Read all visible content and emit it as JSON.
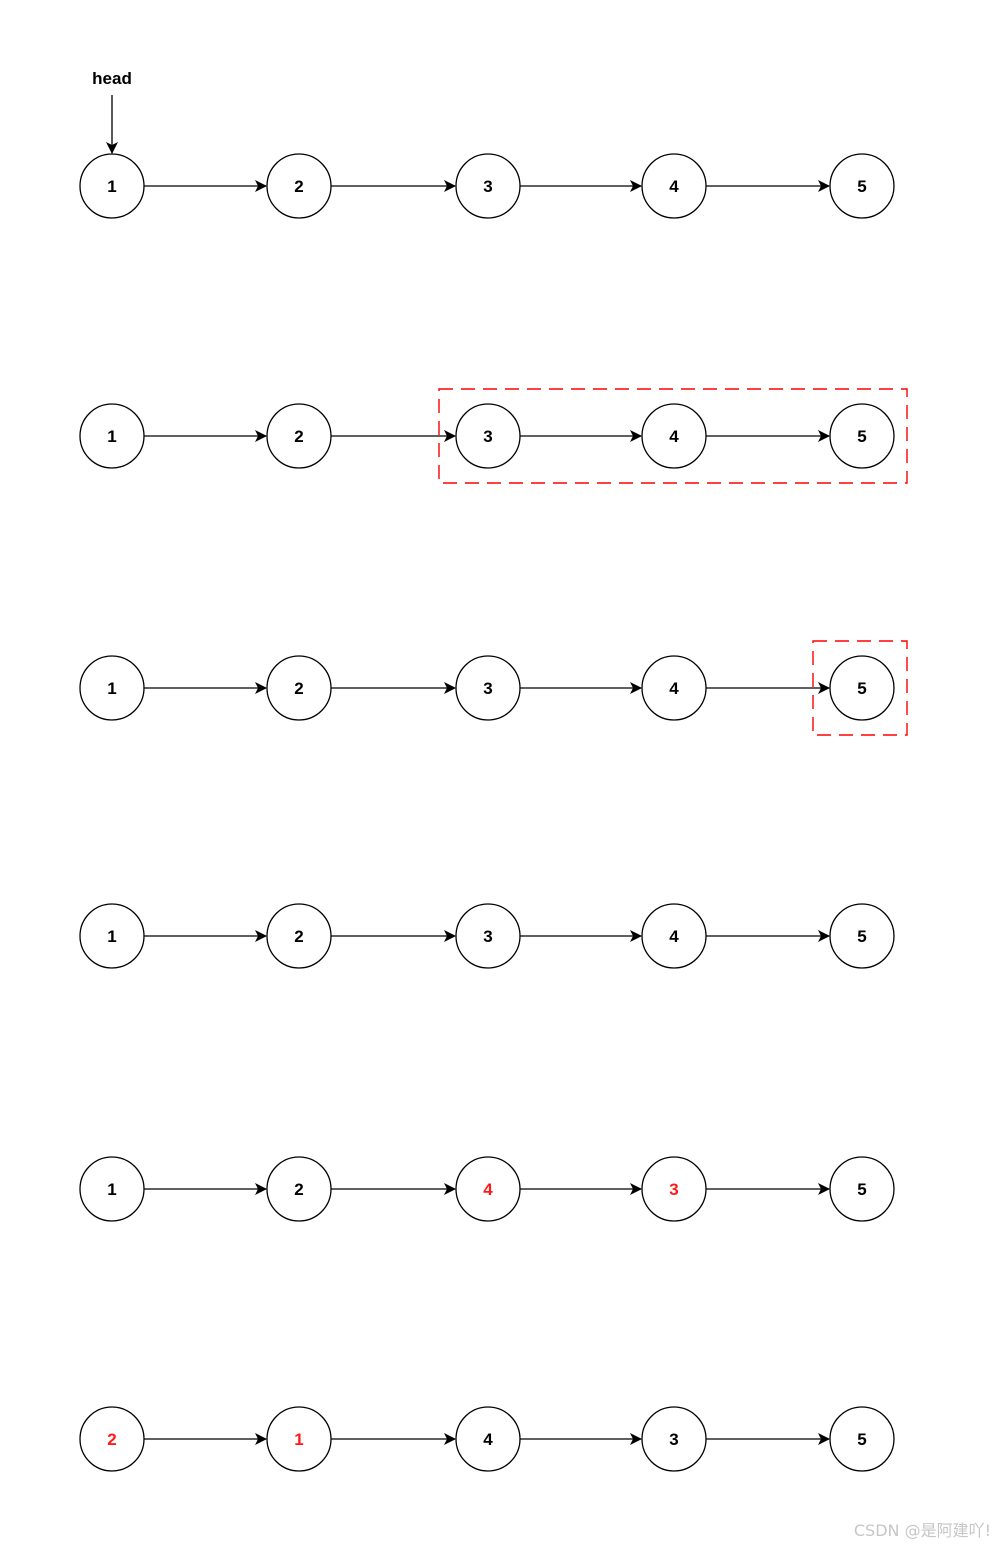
{
  "colors": {
    "default_text": "#000000",
    "highlight_text": "#ff1a1a",
    "highlight_box": "#ff0000",
    "watermark": "#c6c6c6"
  },
  "head_label": "head",
  "rows": [
    {
      "nodes": [
        {
          "label": "1",
          "highlight": false
        },
        {
          "label": "2",
          "highlight": false
        },
        {
          "label": "3",
          "highlight": false
        },
        {
          "label": "4",
          "highlight": false
        },
        {
          "label": "5",
          "highlight": false
        }
      ],
      "boxed_nodes": null,
      "head_pointer": true
    },
    {
      "nodes": [
        {
          "label": "1",
          "highlight": false
        },
        {
          "label": "2",
          "highlight": false
        },
        {
          "label": "3",
          "highlight": false
        },
        {
          "label": "4",
          "highlight": false
        },
        {
          "label": "5",
          "highlight": false
        }
      ],
      "boxed_nodes": [
        3,
        5
      ],
      "head_pointer": false
    },
    {
      "nodes": [
        {
          "label": "1",
          "highlight": false
        },
        {
          "label": "2",
          "highlight": false
        },
        {
          "label": "3",
          "highlight": false
        },
        {
          "label": "4",
          "highlight": false
        },
        {
          "label": "5",
          "highlight": false
        }
      ],
      "boxed_nodes": [
        5,
        5
      ],
      "head_pointer": false
    },
    {
      "nodes": [
        {
          "label": "1",
          "highlight": false
        },
        {
          "label": "2",
          "highlight": false
        },
        {
          "label": "3",
          "highlight": false
        },
        {
          "label": "4",
          "highlight": false
        },
        {
          "label": "5",
          "highlight": false
        }
      ],
      "boxed_nodes": null,
      "head_pointer": false
    },
    {
      "nodes": [
        {
          "label": "1",
          "highlight": false
        },
        {
          "label": "2",
          "highlight": false
        },
        {
          "label": "4",
          "highlight": true
        },
        {
          "label": "3",
          "highlight": true
        },
        {
          "label": "5",
          "highlight": false
        }
      ],
      "boxed_nodes": null,
      "head_pointer": false
    },
    {
      "nodes": [
        {
          "label": "2",
          "highlight": true
        },
        {
          "label": "1",
          "highlight": true
        },
        {
          "label": "4",
          "highlight": false
        },
        {
          "label": "3",
          "highlight": false
        },
        {
          "label": "5",
          "highlight": false
        }
      ],
      "boxed_nodes": null,
      "head_pointer": false
    }
  ],
  "watermark": "CSDN @是阿建吖!"
}
